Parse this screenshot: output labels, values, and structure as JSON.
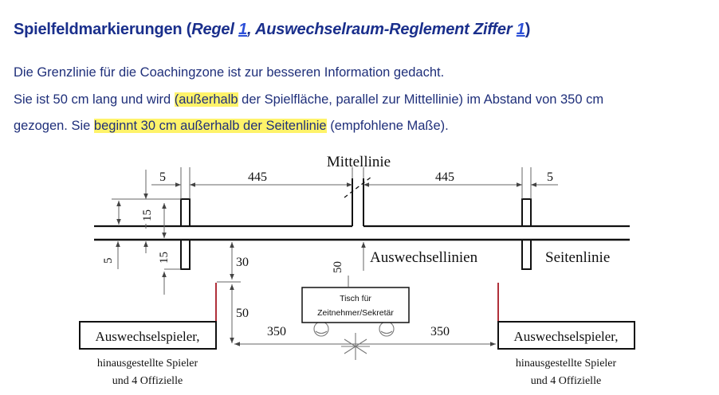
{
  "heading": {
    "prefix": "Spielfeldmarkierungen (",
    "regel": "Regel ",
    "regel_link": "1",
    "sep": ", ",
    "reglement": "Auswechselraum-Reglement Ziffer ",
    "reglement_link": "1",
    "suffix": ")"
  },
  "para1": "Die Grenzlinie für die Coachingzone ist zur besseren Information gedacht.",
  "para2": {
    "a": "Sie ist 50 cm lang und wird ",
    "hl": "(außerhalb",
    "b": " der Spielfläche, parallel zur Mittellinie) im Abstand von 350 cm"
  },
  "para3": {
    "a": "gezogen. Sie ",
    "hl": "beginnt 30 cm außerhalb der Seitenlinie",
    "b": " (empfohlene Maße)."
  },
  "diagram": {
    "mittellinie": "Mittellinie",
    "dim_5_left": "5",
    "dim_445_left": "445",
    "dim_445_right": "445",
    "dim_5_right": "5",
    "dim_15_top": "15",
    "dim_15_bottom": "15",
    "dim_5_side": "5",
    "dim_30": "30",
    "dim_50_table": "50",
    "dim_50": "50",
    "dim_350_left": "350",
    "dim_350_right": "350",
    "auswechsellinien": "Auswechsellinien",
    "seitenlinie": "Seitenlinie",
    "table_line1": "Tisch für",
    "table_line2": "Zeitnehmer/Sekretär",
    "spieler_left": "Auswechselspieler,",
    "spieler_right": "Auswechselspieler,",
    "sub_left_1": "hinausgestellte Spieler",
    "sub_left_2": "und 4 Offizielle",
    "sub_right_1": "hinausgestellte Spieler",
    "sub_right_2": "und 4 Offizielle",
    "coaching_line_color": "#b0303a"
  }
}
